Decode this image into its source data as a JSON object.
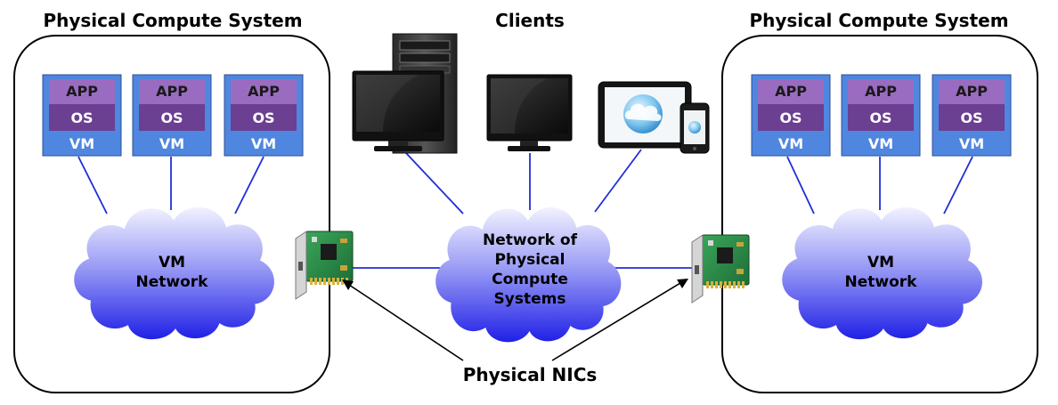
{
  "labels": {
    "left_system_title": "Physical Compute System",
    "right_system_title": "Physical Compute System",
    "clients_title": "Clients",
    "nics_label": "Physical NICs"
  },
  "vm_stack": {
    "app": "APP",
    "os": "OS",
    "vm": "VM"
  },
  "clouds": {
    "vm_network": [
      "VM",
      "Network"
    ],
    "physical_network": [
      "Network of",
      "Physical",
      "Compute",
      "Systems"
    ]
  },
  "colors": {
    "vm_blue": "#4f86df",
    "app_violet": "#9a6cc1",
    "os_violet": "#6b3f91",
    "link_blue": "#1f2fd6",
    "cloud_dark": "#2020e6",
    "cloud_light": "#f2f2ff"
  },
  "icons": [
    "tower-pc-icon",
    "monitor-icon",
    "tablet-icon",
    "phone-icon",
    "cloud-app-icon",
    "nic-card-icon"
  ]
}
